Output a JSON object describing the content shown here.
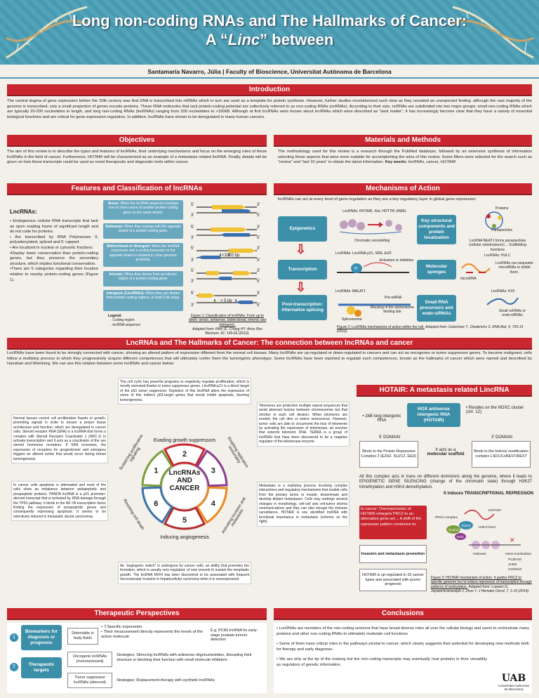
{
  "header": {
    "title_line1": "Long non-coding RNAs and The Hallmarks of Cancer:",
    "title_line2": "A “Linc” between",
    "author": "Santamaria Navarro, Júlia | Faculty of Bioscience, Universitat Autònoma de Barcelona"
  },
  "intro": {
    "heading": "Introduction",
    "text": "The central dogma of gene expression before the 20th century was that DNA is transcribed into mRNAs which in turn are used as a template for protein synthesis. However, further studies revolutionized such view as they revealed an unexpected finding: although the vast majority of the genome is transcribed, only a small proportion of genes encode proteins. These RNA molecules that lack protein-coding potential are collectively referred to as non-coding RNAs (ncRNAs). According to their size, ncRNAs are subdivided into two major groups: small non-coding RNAs which are typically 20-200 nucleotides in length, and long non-coding RNAs (lncRNAs) ranging from 200 nucleotides to >100kB. Although at first lncRNAs were known about lncRNAs which were described as “dark matter”, it has increasingly become clear that they have a variety of essential biological functions and are critical for gene expression regulation. In addition, lncRNAs have shown to be deregulated in many human cancers."
  },
  "objectives": {
    "heading": "Objectives",
    "text": "The aim of this review is to describe the types and features of lncRNAs, their underlying mechanisms and focus on the emerging roles of these lncRNAs in the field of cancer. Furthermore, HOTAIR will be characterized as an example of a metastasis related lncRNA. Finally, details will be given on how these transcripts could be used as novel therapeutic and diagnostic tools within cancer."
  },
  "methods": {
    "heading": "Materials and Methods",
    "text": "The methodology used for this review is a research through the PubMed database, followed by an extensive synthesis of information selecting those aspects that were more suitable for accomplishing the aims of this review. Some filters were selected for the search such as “review” and “last 10 years” to obtain the latest information.",
    "kw_label": "Key words:",
    "keywords": "lncRNAs, cancer, HOTAIR."
  },
  "features": {
    "heading": "Features and Classification of lncRNAs",
    "subtitle": "LncRNAs:",
    "bullets": [
      "• Endogenous cellular RNA transcripts that lack an open reading frame of significant length and do not code for proteins.",
      "• Are transcribed by RNA Polymerase II, polyadenylated, spliced and 5’ capped.",
      "• Are localized in nuclear or cytosolic fractions.",
      "•Display lower conservation than protein-coding genes, but they preserve the secondary structure, which implies functional conservation.",
      "•There are 5 categories regarding their location relative to nearby protein-coding genes (Figure 1)."
    ],
    "types": [
      {
        "name": "Sense:",
        "desc": "When the lncRNA sequence overlaps one or more exons of another protein-coding gene on the same strand."
      },
      {
        "name": "Antisense:",
        "desc": "When they overlap with the opposite strand of a protein-coding gene."
      },
      {
        "name": "Bidirectional or divergent:",
        "desc": "When the lncRNA expression and a coding transcript on the opposite strand is initiated in close genomic proximity."
      },
      {
        "name": "Intronic:",
        "desc": "When they derive from an intronic region of a protein-coding gene."
      },
      {
        "name": "Intergenic (LincRNAs):",
        "desc": "When they are distant from protein-coding regions, at least 5 kb away."
      }
    ],
    "dist1": "<1000 bp",
    "dist2": "> 5 kb",
    "p5": "5’",
    "p3": "3’",
    "legend_title": "Legend:",
    "legend_coding": "Coding region",
    "legend_lnc": "lncRNA sequence",
    "fig_caption": "Figure 1: Classification of lncRNAs. From up to down: sense, antisense, bidirectional, intronic and intergenic.",
    "fig_source": "Adapted from: Rinn JL, Chang HY. Annu Rev Biochem. 81: 145-66 (2012)."
  },
  "mechanisms": {
    "heading": "Mechanisms of Action",
    "intro": "lncRNAs can act at every level of gene regulation as they are a key regulatory layer in global gene expression:",
    "epigenetics": "Epigenetics",
    "ep_label": "LncRNAs: HOTAIR, Xist, HOTTIP, ANRIL",
    "ep_caption": "Chromatin remodelling",
    "transcription": "Transcription",
    "tr_label": "LncRNAs: LincRNA-p21, SRA, Evf2",
    "tr_caption": "Activation or inhibition",
    "post": "Post-transcription: Alternative splicing",
    "post_label": "LncRNAs: MALAT1",
    "pre_mrna": "Pre-mRNA",
    "block": "Blocking of the spliceosome binding site",
    "spliceosome": "Spliceosome",
    "struct": "Key structural components and protein localization",
    "proteins": "Proteins",
    "paraspeckles": "Paraspeckles",
    "neat": "LncRNA NEAT1 forms paraspeckles (cellular substructures)→ Scaffolding functions",
    "sponges": "Molecular sponges",
    "hulc_label": "LncRNAs: HULC",
    "hulc_text": "LncRNAs can sequester microRNAs to inhibit them.",
    "microrna": "microRNA",
    "srna": "Small RNA precursors and endo-siRNAs",
    "h19_label": "LncRNAs: H19",
    "h19_text": "Small ncRNAs or endo-siRNAs",
    "fig_caption": "Figure 2: LncRNAs mechanisms of action within the cell.",
    "fig_source": "Adapted from: Gutschner T., Diederichs S. RNA Biol. 9, 703-19 (2012)",
    "tf": "TF"
  },
  "hallmarks": {
    "heading": "LncRNAs and The Hallmarks of Cancer: The connection between lncRNAs and cancer",
    "intro": "LncRNAs have been found to be strongly connected with cancer, showing an altered pattern of expression different from the normal cell tissues. Many lncRNAs are up-regulated or down-regulated in cancers and can act as oncogenes or tumor suppressor genes. To become malignant, cells follow a multistep process in which they progressively acquire different competences that will ultimately confer them the tumorigenic phenotype. Some lncRNAs have been reported to regulate such competences, known as the hallmarks of cancer which were named and described by Hanahan and Weinberg. We can see this relation between some lncRNAs and cancer below:",
    "box_top": "The cell cycle has powerful programs to negatively regulate proliferation, which is mostly executed thanks to tumor suppressor genes. LincRNA-p21 is a direct target of the p53 tumor suppressor. Depletion of this lincRNA alters the expression of some of this indirect p53-target genes that would inhibit apoptosis, favoring tumorigenesis.",
    "box_left1": "Normal tissues control cell proliferation thanks to growth-promoting signals in order to ensure a proper tissue architecture and function, which are deregulated in cancer cells. Steroid receptor RNA (SRA) is a lncRNA that forms a complex with Steroid Receptor Coactivator 1 (SRC-1) to activate transcription and it acts as a coactivator of the sex steroid hormones receptors. If SRA increases, the expression of receptors for progesterone and estrogens triggers an altered action that would occur during breast tumorigenesis.",
    "box_left2": "In cancer cells apoptosis is attenuated and most of the cells show an imbalance between antiapoptotic and proapoptotic proteins. PANDA lncRNA is a p21 promoter-derived transcript that is activated by DNA damage through the TP53 pathway. It binds to the NF-YA transcription factor limiting the expression of proapoptotic genes and consequently repressing apoptosis. It seems to be selectively induced in metastatic ductal carcinomas.",
    "box_right1": "Telomeres are protective multiple repeat sequences that avoid aberrant fusions between chromosomes but that shorten in each cell division. When telomeres are eroded, the cell dies or enters senescence. However, tumor cells are able to circumvent the loss of telomeres by activating the expression of telomerase, an enzyme that extends telomeric DNA. TERRA is a group of lncRNAs that have been discovered to be a negative regulator of the telomerase enzyme.",
    "box_right2": "Metastasis is a multistep process involving complex interactions and regulatory mechanisms that enable cells from the primary tumor to invade, disseminate and develop distant metastases. Cells may undergo several changes in morphology, cell-cell and cell-tumor stroma communications and they can also escape the immune surveillance. HOTAIR is one identified lncRNA with functional importance in metastasis (scheme on the right).",
    "box_bottom": "An “angiogenic switch” is undergone by cancer cells, an ability that promotes the formation, which is usually very regulated, of new vessels to sustain the neoplastic growth. The lncRNA MVIH has been discovered to be associated with frequent microvascular invasion in hepatocellular carcinoma when it is overexpressed.",
    "center": [
      "LncRNAs",
      "AND",
      "CANCER"
    ],
    "wheel": [
      {
        "n": "1",
        "label": "Sustaining proliferative signaling"
      },
      {
        "n": "2",
        "label": "Evading growth suppressors"
      },
      {
        "n": "3",
        "label": "Enabling replicative immortality"
      },
      {
        "n": "4",
        "label": "Activating invasion and metastasis"
      },
      {
        "n": "5",
        "label": "Inducing angiogenesis"
      },
      {
        "n": "6",
        "label": "Resisting cell death"
      }
    ],
    "colors": {
      "c1": "#7a9e3a",
      "c2": "#c9262f",
      "c3": "#8e3a8e",
      "c4": "#e98a1e",
      "c5": "#b22b2b",
      "c6": "#3b72a8"
    }
  },
  "hotair": {
    "heading": "HOTAIR: A metastasis related LincRNA",
    "left": "• 2kB long intergenic RNA",
    "center": "HOX antisense intergenic RNA (HOTAIR)",
    "right": "• Resides on the HOXC cluster (chr. 12)",
    "d5": "5’ DOMAIN",
    "d3": "3’ DOMAIN",
    "b5": "Binds to the Protein Repressive Complex 2 (EZH2, SUZ12, EED)",
    "mid": "It acts as a",
    "mid_bold": "molecular scaffold",
    "b3": "Binds to the histone modification complex LSD1/CoREST/REST",
    "para": "All this complex acts in trans on different dominions along the genome, where it leads to EPIGENETIC GENE SILENCING (change of the chromatin state) through H3K27 trimethylation and H3K4 demethylation.",
    "induces": "It induces TRANSCRIPTIONAL REPRESSION",
    "cancer": "In cancer: Overexpression of HOTAIR retargets PRC2 to an alternative gene set→ A shift of the repression pattern conducive to:",
    "invasion": "Invasion and metastasis promotion",
    "upreg": "HOTAIR is up-regulated in 16 cancer types and associated with poorer prognosis",
    "fig_caption": "Figure 3: HOTAIR mechanism of action. It guides PRC2 to specific genome loci to induce repression of transcription through patterns of methylation.",
    "fig_source": "Adapted from: Loewen G, Jayawickramarajah J, Zhuo Y. J Hematol Oncol. 7, 1-10 (2014).",
    "prc2": "PRC2 complex",
    "hotair_lbl": "HOTAIR",
    "ezh2": "EZH2",
    "suz12": "SUZ12",
    "eed": "EED",
    "h3k": "H3K27me3",
    "histones": "Histones",
    "gene_inact": "Gene inactivation",
    "genes": [
      "PCDH10",
      "JAM2",
      "HOXD10"
    ]
  },
  "therapeutic": {
    "heading": "Therapeutic Perspectives",
    "b1": "Biomarkers for diagnosis or prognosis",
    "b2": "Therapeutic targets",
    "det": "Detectable in body fluids",
    "spec1": "• ⇧Specific expression",
    "spec2": "• Their measurement directly represents the levels of the active molecule",
    "eg": "E.g: PCA3 lncRNA for early-stage prostate tumors detection",
    "onc": "Oncogenic lncRNAs (overexpressed)",
    "onc_t": "Strategies: Silencing lncRNAs with antisense oligonucleotides, disrupting their structure or blocking their function with small molecule inhibitors",
    "sup": "Tumor suppressor lncRNAs (silenced)",
    "sup_t": "Strategies: Replacement therapy with synthetic lncRNAs",
    "n1": "1",
    "n2": "2"
  },
  "conclusions": {
    "heading": "Conclusions",
    "items": [
      "• LncRNAs are members of the non-coding universe that have broad diverse roles all over the cellular biology and seem to orchestrate many proteins and other non-coding RNAs to ultimately modulate cell functions.",
      "• Some of them have critical roles in the pathways pivotal to cancer, which clearly suggests their potential for developing new methods both for therapy and early diagnosis.",
      "• We are only at the tip of the iceberg but the non-coding transcripts may eventually rival proteins in their versatility as regulators of genetic information."
    ]
  },
  "logo": {
    "name": "UAB",
    "sub1": "Universitat Autònoma",
    "sub2": "de Barcelona"
  }
}
